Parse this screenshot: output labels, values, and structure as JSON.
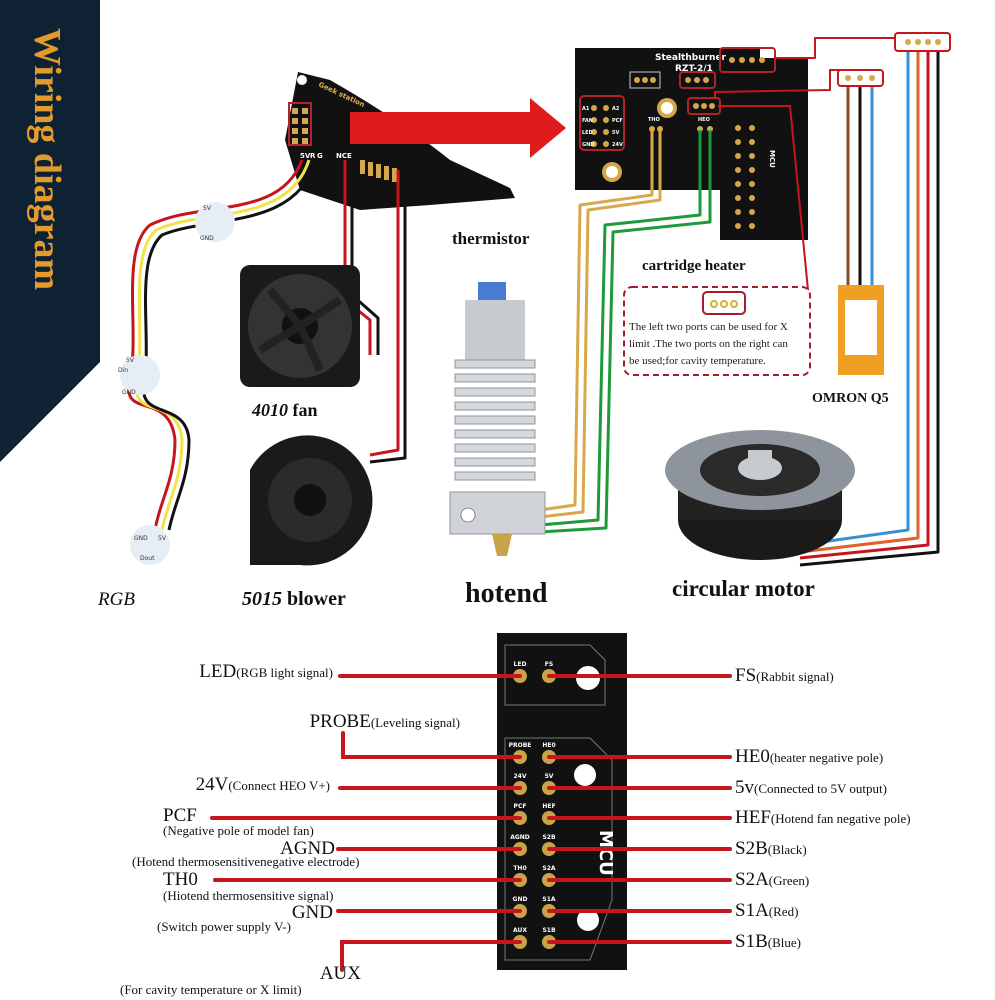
{
  "banner": {
    "title": "Wiring diagram",
    "background": "#0f2233",
    "text_color": "#e39b2e"
  },
  "top_diagram": {
    "toolhead_board": {
      "label": "Geek station",
      "pins": [
        "5V",
        "R",
        "G",
        "NCE"
      ]
    },
    "stealthburner_board": {
      "title": "Stealthburner",
      "subtitle": "RZT-2/1",
      "header_left": [
        "A1",
        "FAN",
        "LED",
        "GND"
      ],
      "header_right": [
        "A2",
        "PCF",
        "5V",
        "24V"
      ],
      "ports": [
        "THO",
        "HEO",
        "MCU"
      ]
    },
    "components": {
      "thermistor": "thermistor",
      "cartridge_heater": "cartridge heater",
      "fan_4010_num": "4010",
      "fan_4010_word": "fan",
      "blower_num": "5015",
      "blower_word": "blower",
      "hotend": "hotend",
      "circular_motor": "circular motor",
      "rgb": "RGB",
      "omron": "OMRON Q5"
    },
    "rgb_led_labels": {
      "top_5v": "5V",
      "top_gnd": "GND",
      "mid_din": "Din",
      "mid_5v": "5V",
      "mid_gnd": "GND",
      "bottom_gnd": "GND",
      "bottom_5v": "5V",
      "bottom_dout": "Dout"
    },
    "callout_note": [
      "The left two ports can be used for X",
      "limit .The two ports on the right can",
      "be used;for cavity temperature."
    ],
    "wire_colors": {
      "red": "#c4161c",
      "yellow": "#f2e24a",
      "black": "#111111",
      "green": "#1e9a3a",
      "gold": "#d8a94a",
      "brown": "#8a4a1e",
      "blue": "#3a8fd0",
      "orange": "#e0622a"
    }
  },
  "mcu_board": {
    "label": "MCU",
    "left_pins": [
      "LED",
      "PROBE",
      "24V",
      "PCF",
      "AGND",
      "TH0",
      "GND",
      "AUX"
    ],
    "right_pins": [
      "FS",
      "HE0",
      "5V",
      "HEF",
      "S2B",
      "S2A",
      "S1A",
      "S1B"
    ],
    "left_labels": [
      {
        "name": "LED",
        "desc": "(RGB light signal)"
      },
      {
        "name": "PROBE",
        "desc": "(Leveling signal)"
      },
      {
        "name": "24V",
        "desc": "(Connect HEO V+)"
      },
      {
        "name": "PCF",
        "desc": "(Negative pole of model fan)"
      },
      {
        "name": "AGND",
        "desc": "(Hotend thermosensitivenegative electrode)"
      },
      {
        "name": "TH0",
        "desc": "(Hiotend thermosensitive signal)"
      },
      {
        "name": "GND",
        "desc": "(Switch power supply V-)"
      },
      {
        "name": "AUX",
        "desc": "(For cavity temperature or X limit)"
      }
    ],
    "right_labels": [
      {
        "name": "FS",
        "desc": "(Rabbit signal)"
      },
      {
        "name": "HE0",
        "desc": "(heater negative pole)"
      },
      {
        "name": "5v",
        "desc": "(Connected to 5V output)"
      },
      {
        "name": "HEF",
        "desc": "(Hotend fan negative pole)"
      },
      {
        "name": "S2B",
        "desc": "(Black)"
      },
      {
        "name": "S2A",
        "desc": "(Green)"
      },
      {
        "name": "S1A",
        "desc": "(Red)"
      },
      {
        "name": "S1B",
        "desc": "(Blue)"
      }
    ]
  }
}
